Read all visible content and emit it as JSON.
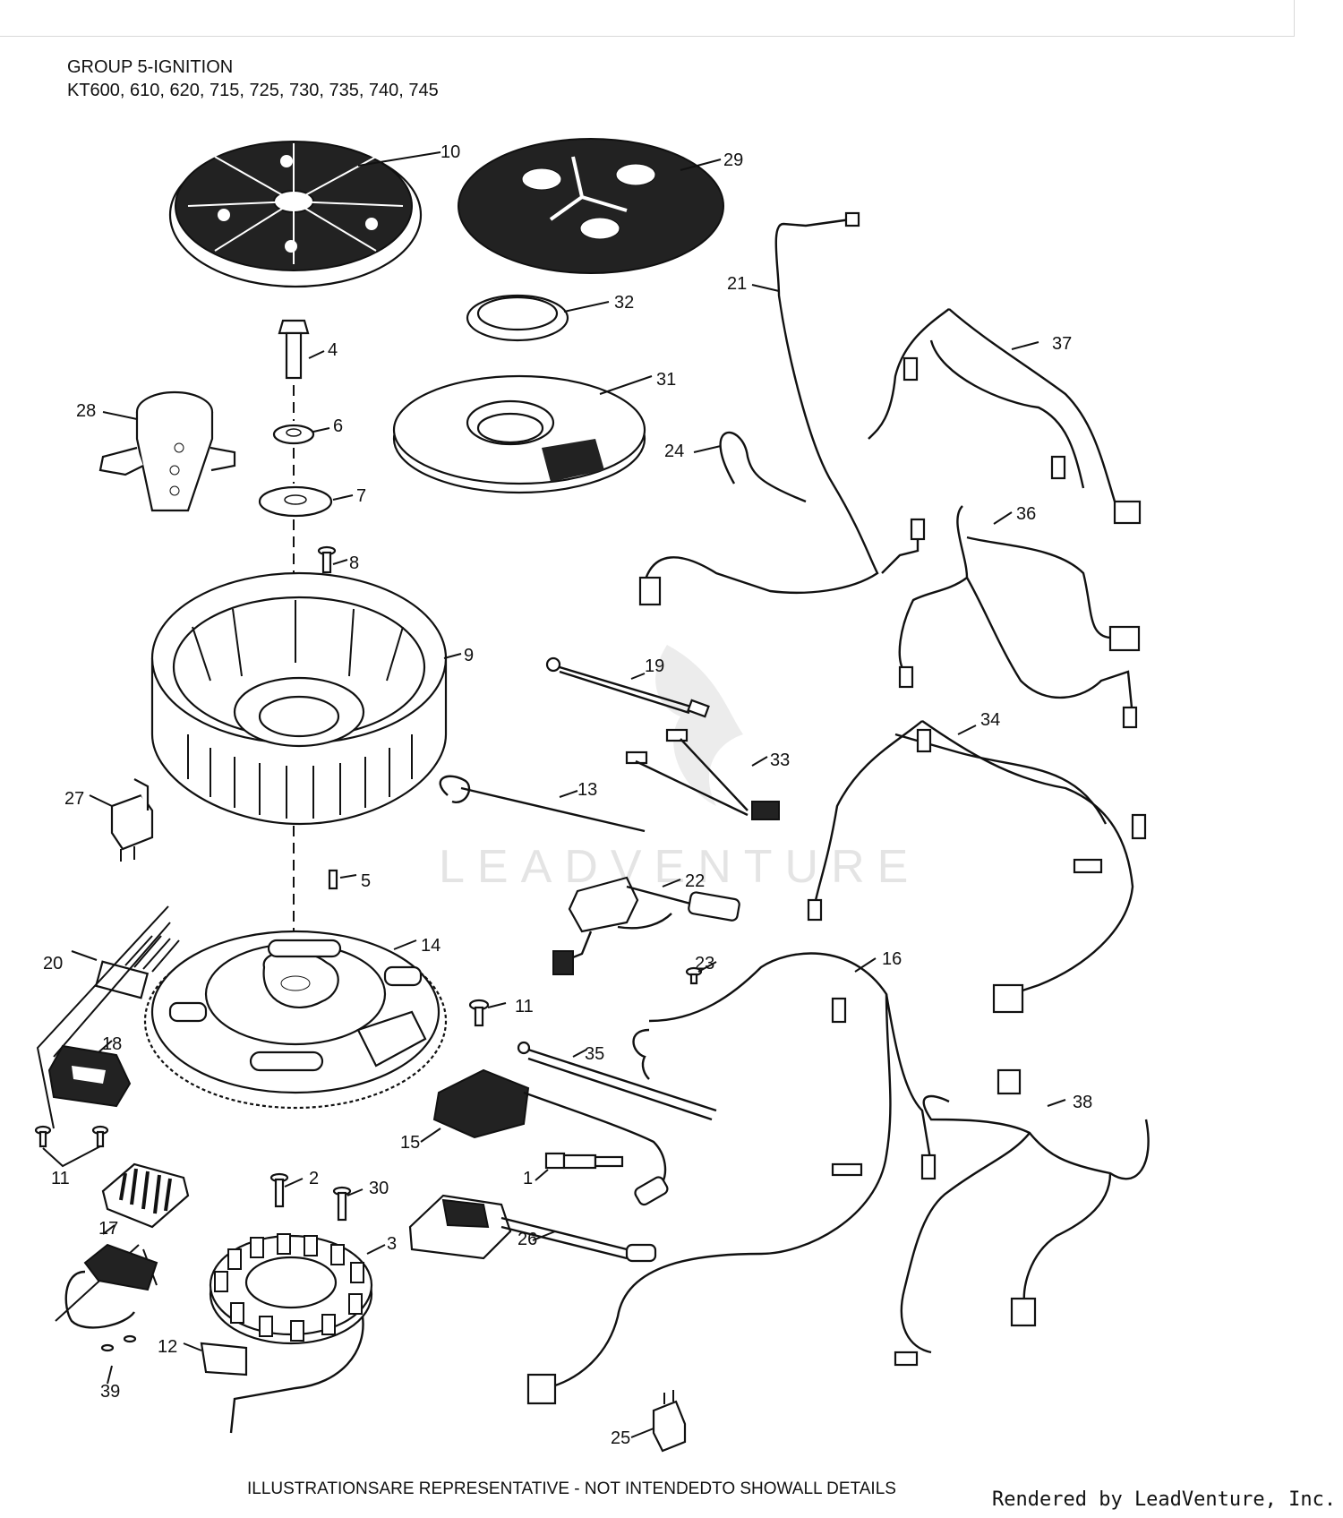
{
  "header": {
    "group": "GROUP 5-IGNITION",
    "models": "KT600, 610, 620, 715, 725, 730, 735, 740, 745"
  },
  "watermark": "LEADVENTURE",
  "footer": {
    "disclaimer": "ILLUSTRATIONSARE REPRESENTATIVE - NOT INTENDEDTO SHOWALL DETAILS",
    "credit": "Rendered by LeadVenture, Inc."
  },
  "callouts": {
    "c1": "1",
    "c2": "2",
    "c3": "3",
    "c4": "4",
    "c5": "5",
    "c6": "6",
    "c7": "7",
    "c8": "8",
    "c9": "9",
    "c10": "10",
    "c11a": "11",
    "c11b": "11",
    "c12": "12",
    "c13": "13",
    "c14": "14",
    "c15": "15",
    "c16": "16",
    "c17": "17",
    "c18": "18",
    "c19": "19",
    "c20": "20",
    "c21": "21",
    "c22": "22",
    "c23": "23",
    "c24": "24",
    "c25": "25",
    "c26": "26",
    "c27": "27",
    "c28": "28",
    "c29": "29",
    "c30": "30",
    "c31": "31",
    "c32": "32",
    "c33": "33",
    "c34": "34",
    "c35": "35",
    "c36": "36",
    "c37": "37",
    "c38": "38",
    "c39": "39"
  }
}
